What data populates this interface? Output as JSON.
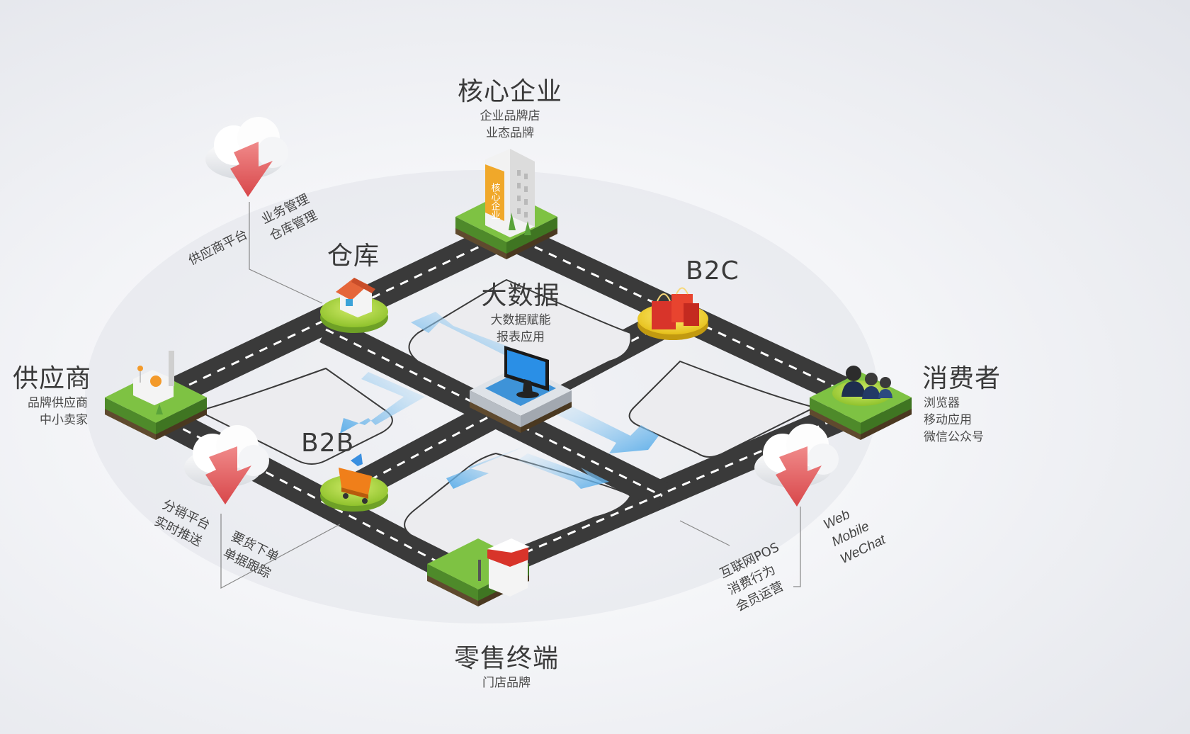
{
  "nodes": {
    "core": {
      "title": "核心企业",
      "lines": [
        "企业品牌店",
        "业态品牌"
      ]
    },
    "warehouse": {
      "title": "仓库"
    },
    "b2c": {
      "title": "B2C"
    },
    "bigdata": {
      "title": "大数据",
      "lines": [
        "大数据赋能",
        "报表应用"
      ]
    },
    "supplier": {
      "title": "供应商",
      "lines": [
        "品牌供应商",
        "中小卖家"
      ]
    },
    "consumer": {
      "title": "消费者",
      "lines": [
        "浏览器",
        "移动应用",
        "微信公众号"
      ]
    },
    "b2b": {
      "title": "B2B"
    },
    "retail": {
      "title": "零售终端",
      "lines": [
        "门店品牌"
      ]
    }
  },
  "annotations": {
    "supplier_platform": {
      "label": "供应商平台",
      "lines": [
        "业务管理",
        "仓库管理"
      ]
    },
    "distribution": {
      "lines": [
        "分销平台",
        "实时推送"
      ]
    },
    "ordering": {
      "lines": [
        "要货下单",
        "单据跟踪"
      ]
    },
    "pos": {
      "lines": [
        "互联网POS",
        "消费行为",
        "会员运营"
      ]
    },
    "channels": {
      "lines": [
        "Web",
        "Mobile",
        "WeChat"
      ]
    }
  },
  "building_sign": "核心企业",
  "colors": {
    "road": "#3a3a3a",
    "road_dash": "#ffffff",
    "grass": "#7ec243",
    "grass_dark": "#4e8a2a",
    "soil": "#5f4a2e",
    "pad": "#a6d43c",
    "pad_b2c": "#f2d22a",
    "arrow_blue": "#64b2ea",
    "cloud_arrow": "#e25a5a"
  }
}
